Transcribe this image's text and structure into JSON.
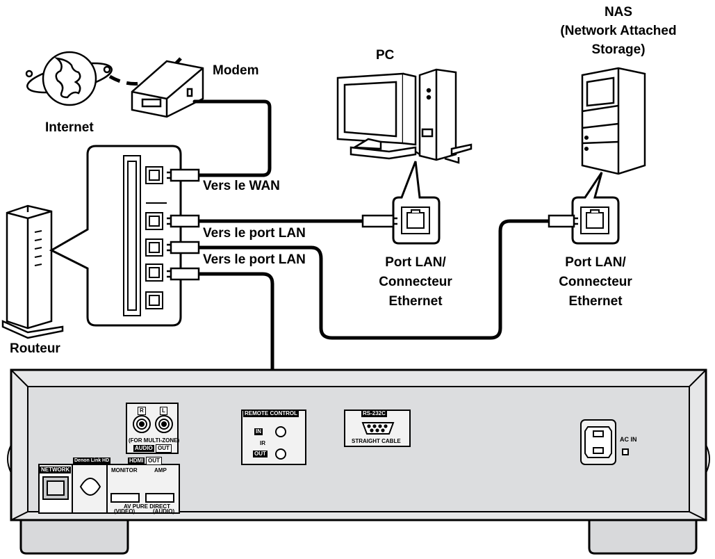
{
  "labels": {
    "internet": "Internet",
    "modem": "Modem",
    "pc": "PC",
    "nas_l1": "NAS",
    "nas_l2": "(Network Attached",
    "nas_l3": "Storage)",
    "router": "Routeur",
    "wan": "Vers le WAN",
    "lan1": "Vers le port LAN",
    "lan2": "Vers le port LAN",
    "pc_port_l1": "Port LAN/",
    "pc_port_l2": "Connecteur",
    "pc_port_l3": "Ethernet",
    "nas_port_l1": "Port LAN/",
    "nas_port_l2": "Connecteur",
    "nas_port_l3": "Ethernet"
  },
  "panel": {
    "network": "NETWORK",
    "denon_link": "Denon Link HD",
    "hdmi": "HDMI",
    "hdmi_out": "OUT",
    "monitor": "MONITOR",
    "amp": "AMP",
    "av_pure_direct": "AV PURE DIRECT",
    "video": "(VIDEO)",
    "audio_paren": "(AUDIO)",
    "r": "R",
    "l": "L",
    "for_multi_zone": "(FOR MULTI-ZONE)",
    "audio": "AUDIO",
    "audio_out": "OUT",
    "remote_control": "REMOTE CONTROL",
    "in": "IN",
    "ir": "IR",
    "out": "OUT",
    "rs232c": "RS-232C",
    "straight_cable": "STRAIGHT CABLE",
    "ac_in": "AC IN"
  }
}
